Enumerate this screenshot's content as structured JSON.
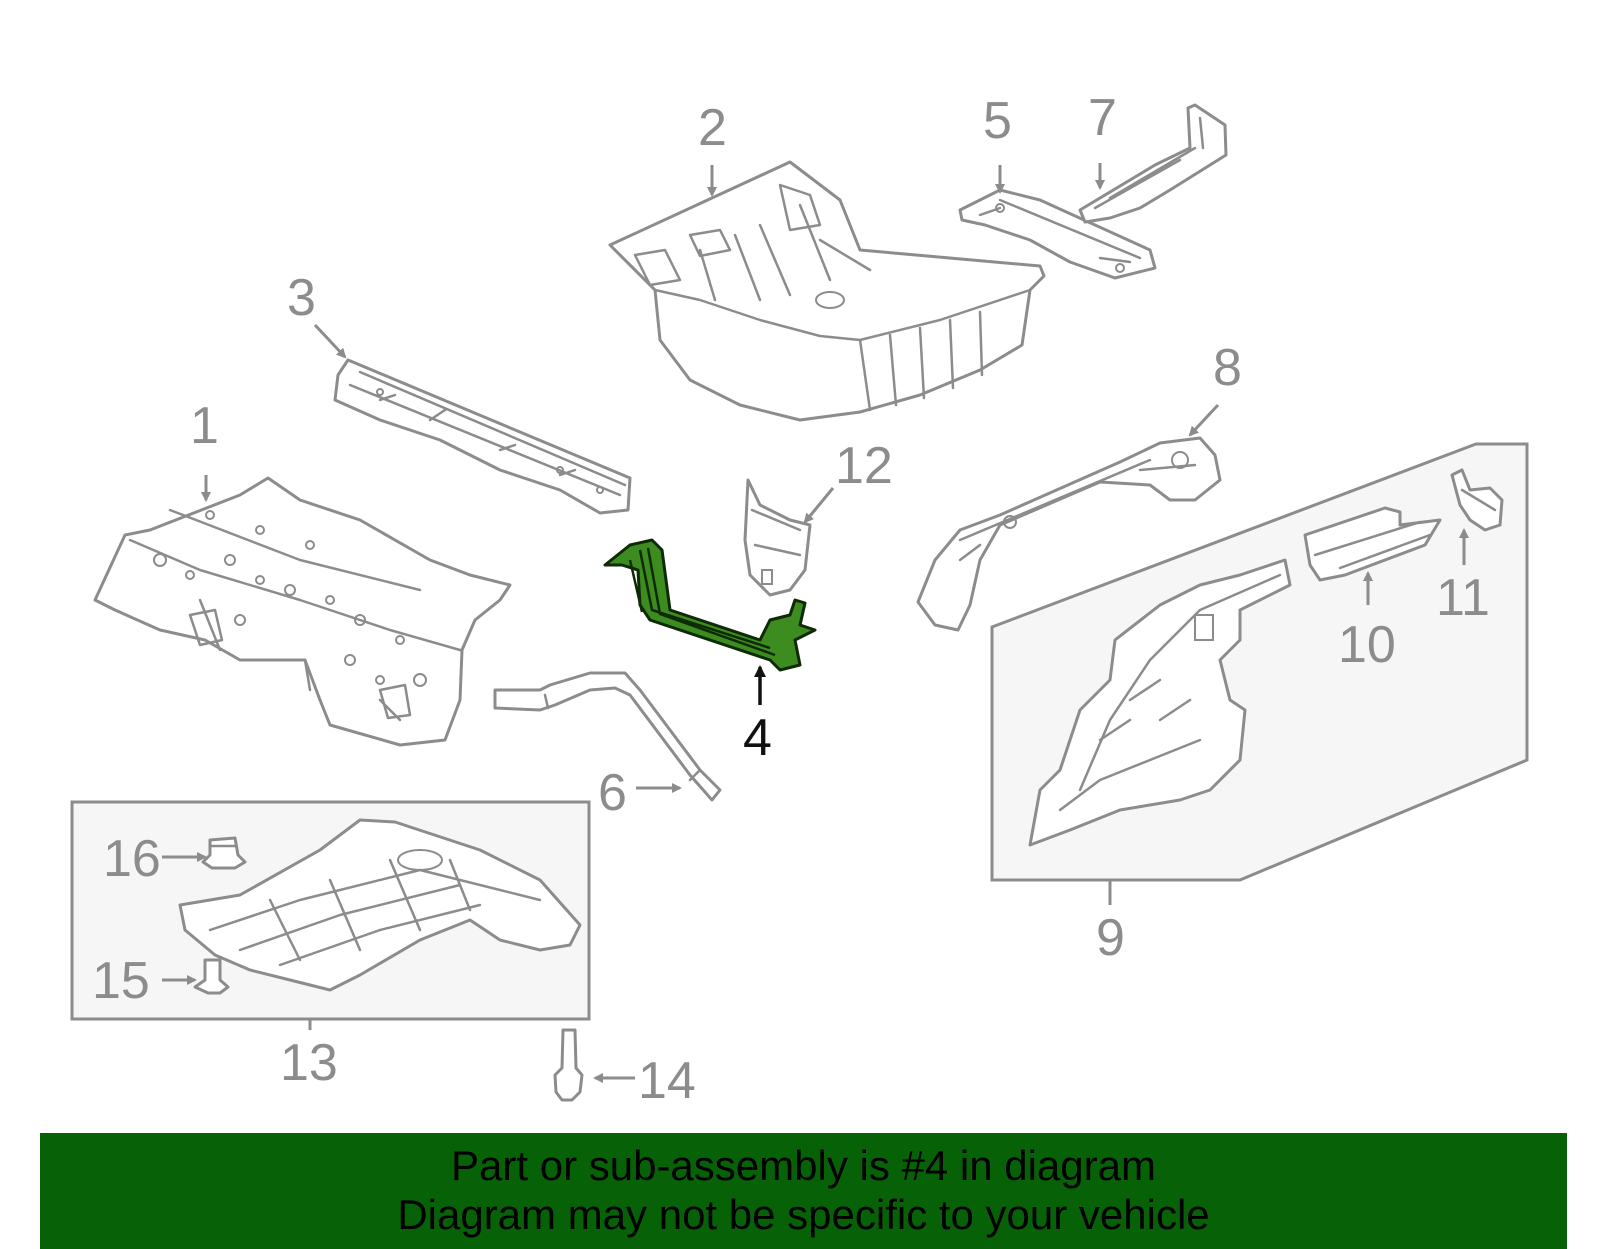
{
  "diagram": {
    "callouts": [
      "1",
      "2",
      "3",
      "4",
      "5",
      "6",
      "7",
      "8",
      "9",
      "10",
      "11",
      "12",
      "13",
      "14",
      "15",
      "16"
    ],
    "highlighted_part": "4",
    "highlight_color": "#3d8c1f",
    "line_color": "#8c8c8c"
  },
  "banner": {
    "line1": "Part or sub-assembly is #4 in diagram",
    "line2": "Diagram may not be specific to your vehicle",
    "background": "#076207"
  }
}
